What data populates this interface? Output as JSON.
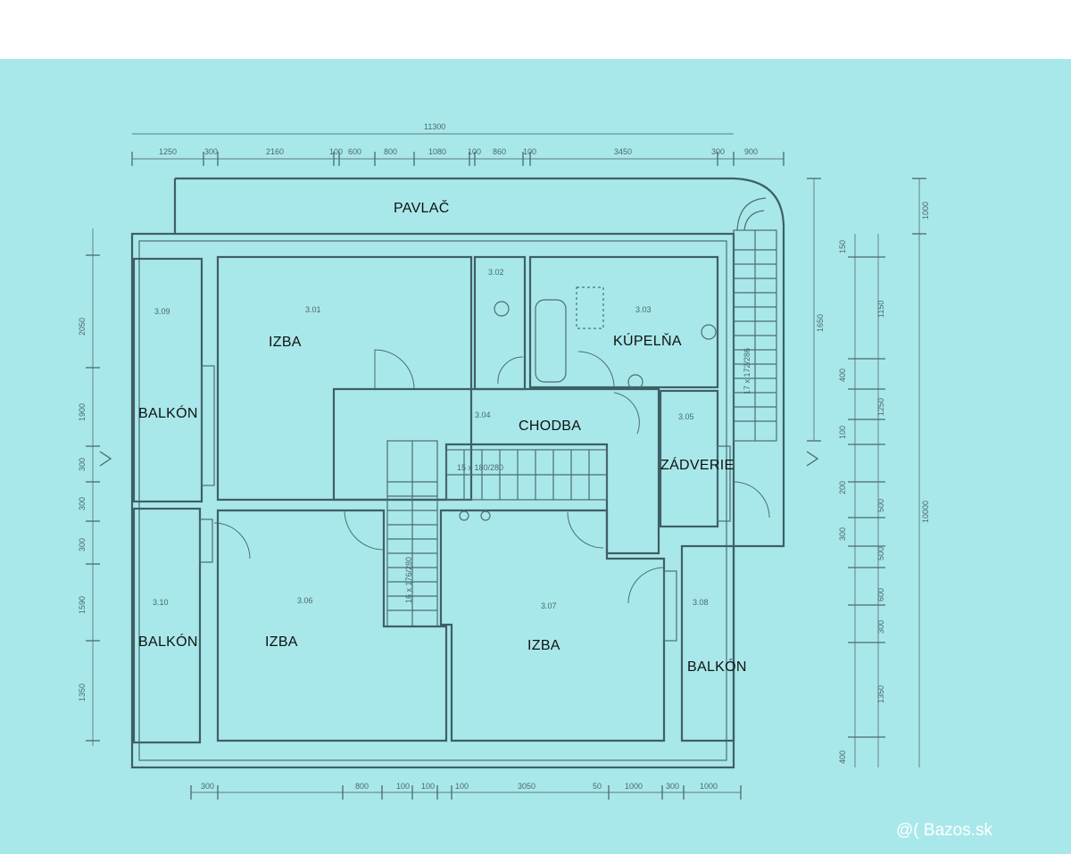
{
  "rooms": {
    "pavlac": "PAVLAČ",
    "izba_301": "IZBA",
    "kupelna": "KÚPELŇA",
    "balkon_309": "BALKÓN",
    "chodba": "CHODBA",
    "zadverie": "ZÁDVERIE",
    "balkon_310": "BALKÓN",
    "izba_306": "IZBA",
    "izba_307": "IZBA",
    "balkon_308": "BALKÓN"
  },
  "room_numbers": {
    "r301": "3.01",
    "r302": "3.02",
    "r303": "3.03",
    "r304": "3.04",
    "r305": "3.05",
    "r306": "3.06",
    "r307": "3.07",
    "r308": "3.08",
    "r309": "3.09",
    "r310": "3.10"
  },
  "stairs": {
    "right": "17 x 172/286",
    "center": "15 x 180/280",
    "left": "16 x 176/280"
  },
  "dimensions": {
    "overall_top": "11300",
    "top": [
      "1250",
      "300",
      "2160",
      "100",
      "600",
      "800",
      "1080",
      "100",
      "860",
      "100",
      "3450",
      "300",
      "900"
    ],
    "bottom": [
      "300",
      "800",
      "100",
      "100",
      "100",
      "3050",
      "50",
      "1000",
      "300",
      "1000"
    ],
    "left": [
      "2050",
      "1900",
      "300",
      "300",
      "300",
      "1590",
      "1350"
    ],
    "right_outer": "10000",
    "right_a": [
      "1000",
      "1650"
    ],
    "right_b": [
      "150",
      "1150",
      "400",
      "1250",
      "100",
      "200",
      "500",
      "300",
      "500",
      "600",
      "300",
      "1350",
      "400"
    ]
  },
  "watermark": "@( Bazos.sk",
  "colors": {
    "paper": "#a9e8ea",
    "line": "#3f5f66",
    "label": "#111111"
  }
}
